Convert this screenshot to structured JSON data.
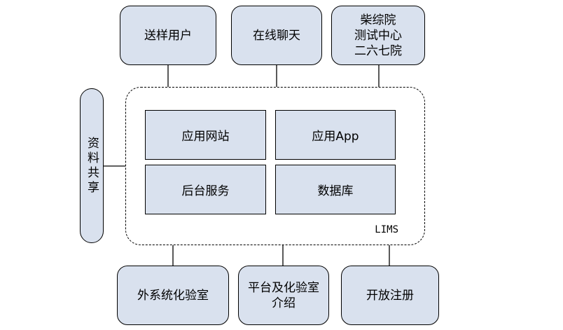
{
  "top_nodes": [
    "送样用户",
    "在线聊天",
    "柴综院\n测试中心\n二六七院"
  ],
  "side_node": "资料共享",
  "system": {
    "label": "LIMS",
    "modules": [
      "应用网站",
      "应用App",
      "后台服务",
      "数据库"
    ]
  },
  "bottom_nodes": [
    "外系统化验室",
    "平台及化验室\n介绍",
    "开放注册"
  ]
}
